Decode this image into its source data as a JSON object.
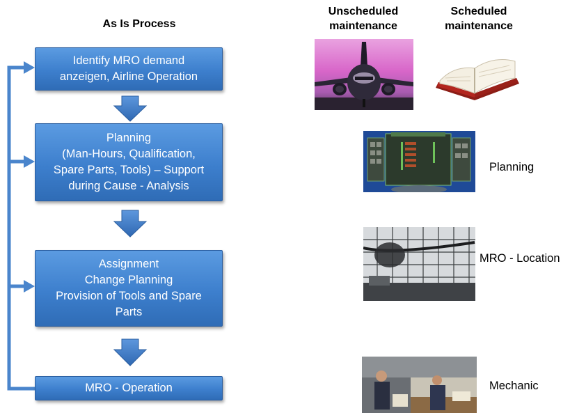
{
  "process": {
    "title": "As Is Process",
    "steps": [
      {
        "lines": [
          "Identify MRO demand",
          "anzeigen, Airline Operation"
        ]
      },
      {
        "lines": [
          "Planning",
          "(Man-Hours, Qualification,",
          "Spare Parts,  Tools) – Support",
          "during Cause - Analysis"
        ]
      },
      {
        "lines": [
          "Assignment",
          "Change Planning",
          "Provision of Tools and Spare",
          "Parts"
        ]
      },
      {
        "lines": [
          "MRO - Operation"
        ]
      }
    ]
  },
  "headers": {
    "unscheduled": [
      "Unscheduled",
      "maintenance"
    ],
    "scheduled": [
      "Scheduled",
      "maintenance"
    ]
  },
  "labels": {
    "planning": "Planning",
    "location": "MRO - Location",
    "mechanic": "Mechanic"
  },
  "colors": {
    "box_top": "#5b9be1",
    "box_bottom": "#2f6cb6",
    "arrow": "#3e78c2",
    "feedback_line": "#4a85cc"
  }
}
